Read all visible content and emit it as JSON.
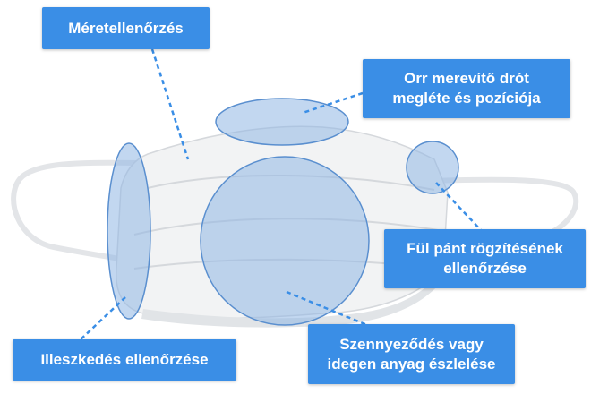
{
  "labels": {
    "size_check": "Méretellenőrzés",
    "nose_wire_line1": "Orr merevítő drót",
    "nose_wire_line2": "megléte és pozíciója",
    "ear_loop_line1": "Fül pánt rögzítésének",
    "ear_loop_line2": "ellenőrzése",
    "fit_check": "Illeszkedés ellenőrzése",
    "contamination_line1": "Szennyeződés vagy",
    "contamination_line2": "idegen anyag észlelése"
  },
  "colors": {
    "label_bg": "#3a8ee6",
    "label_text": "#ffffff",
    "highlight_fill": "#8fb6e3",
    "highlight_stroke": "#5a8fcf",
    "connector": "#3a8ee6",
    "mask_body": "#f2f3f4",
    "mask_shadow": "#d5d8dc"
  }
}
